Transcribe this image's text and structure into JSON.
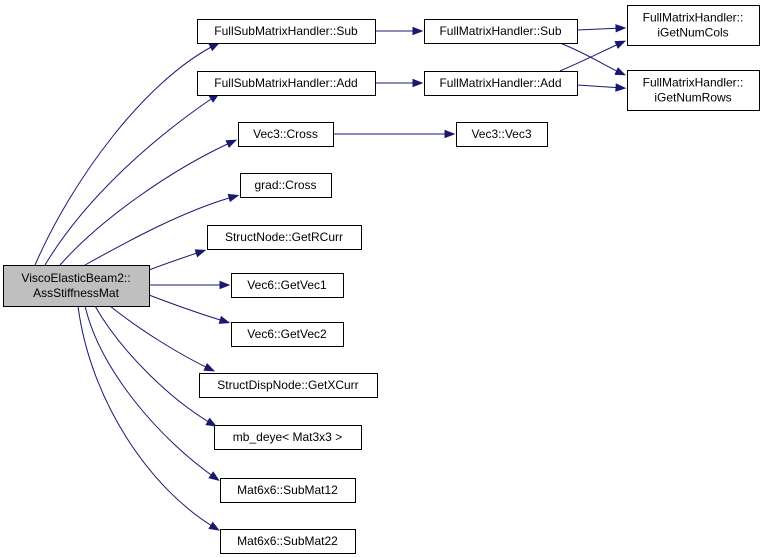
{
  "diagram": {
    "nodes": [
      {
        "id": "root",
        "label": [
          "ViscoElasticBeam2::",
          "AssStiffnessMat"
        ],
        "highlight": true
      },
      {
        "id": "fsmh_sub",
        "label": [
          "FullSubMatrixHandler::Sub"
        ]
      },
      {
        "id": "fsmh_add",
        "label": [
          "FullSubMatrixHandler::Add"
        ]
      },
      {
        "id": "fmh_sub",
        "label": [
          "FullMatrixHandler::Sub"
        ]
      },
      {
        "id": "fmh_add",
        "label": [
          "FullMatrixHandler::Add"
        ]
      },
      {
        "id": "fmh_cols",
        "label": [
          "FullMatrixHandler::",
          "iGetNumCols"
        ]
      },
      {
        "id": "fmh_rows",
        "label": [
          "FullMatrixHandler::",
          "iGetNumRows"
        ]
      },
      {
        "id": "vec3_cross",
        "label": [
          "Vec3::Cross"
        ]
      },
      {
        "id": "vec3_vec3",
        "label": [
          "Vec3::Vec3"
        ]
      },
      {
        "id": "grad_cross",
        "label": [
          "grad::Cross"
        ]
      },
      {
        "id": "sn_getrcurr",
        "label": [
          "StructNode::GetRCurr"
        ]
      },
      {
        "id": "vec6_getvec1",
        "label": [
          "Vec6::GetVec1"
        ]
      },
      {
        "id": "vec6_getvec2",
        "label": [
          "Vec6::GetVec2"
        ]
      },
      {
        "id": "sdn_getxcurr",
        "label": [
          "StructDispNode::GetXCurr"
        ]
      },
      {
        "id": "mb_deye",
        "label": [
          "mb_deye< Mat3x3 >"
        ]
      },
      {
        "id": "mat6_sub12",
        "label": [
          "Mat6x6::SubMat12"
        ]
      },
      {
        "id": "mat6_sub22",
        "label": [
          "Mat6x6::SubMat22"
        ]
      }
    ],
    "edges": [
      {
        "from": "root",
        "to": "fsmh_sub"
      },
      {
        "from": "root",
        "to": "fsmh_add"
      },
      {
        "from": "root",
        "to": "vec3_cross"
      },
      {
        "from": "root",
        "to": "grad_cross"
      },
      {
        "from": "root",
        "to": "sn_getrcurr"
      },
      {
        "from": "root",
        "to": "vec6_getvec1"
      },
      {
        "from": "root",
        "to": "vec6_getvec2"
      },
      {
        "from": "root",
        "to": "sdn_getxcurr"
      },
      {
        "from": "root",
        "to": "mb_deye"
      },
      {
        "from": "root",
        "to": "mat6_sub12"
      },
      {
        "from": "root",
        "to": "mat6_sub22"
      },
      {
        "from": "fsmh_sub",
        "to": "fmh_sub"
      },
      {
        "from": "fsmh_add",
        "to": "fmh_add"
      },
      {
        "from": "fmh_sub",
        "to": "fmh_cols"
      },
      {
        "from": "fmh_sub",
        "to": "fmh_rows"
      },
      {
        "from": "fmh_add",
        "to": "fmh_cols"
      },
      {
        "from": "fmh_add",
        "to": "fmh_rows"
      },
      {
        "from": "vec3_cross",
        "to": "vec3_vec3"
      }
    ],
    "colors": {
      "edge": "#191970",
      "node_border": "#000000",
      "root_fill": "#bfbfbf",
      "node_fill": "#ffffff"
    }
  }
}
